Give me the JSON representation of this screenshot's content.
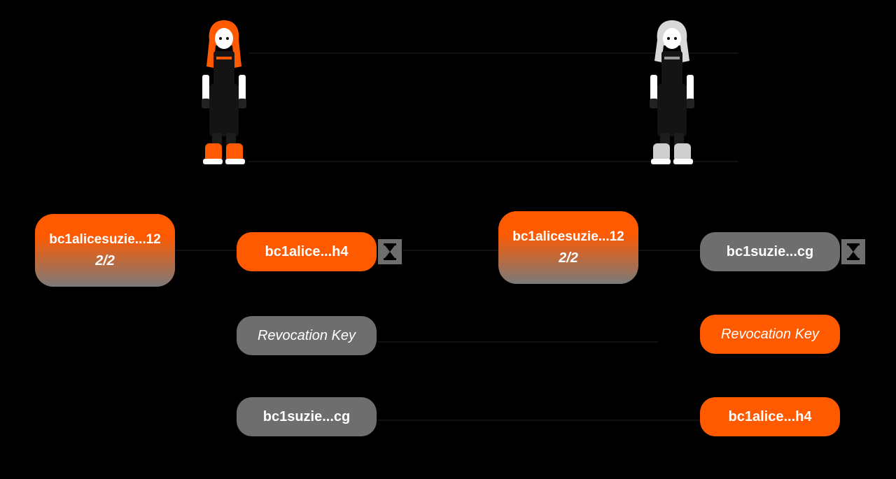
{
  "colors": {
    "orange": "#ff5a00",
    "gray": "#6e6e6e",
    "background": "#000000",
    "gradient_bottom": "#7a7a7a"
  },
  "left": {
    "character_icon": "alice-avatar-icon",
    "multisig": {
      "address": "bc1alicesuzie...12",
      "sig": "2/2"
    },
    "outputs": [
      {
        "label": "bc1alice...h4",
        "style": "orange",
        "timelock_icon": "hourglass-icon"
      },
      {
        "label": "Revocation Key",
        "style": "gray-italic"
      },
      {
        "label": "bc1suzie...cg",
        "style": "gray"
      }
    ]
  },
  "right": {
    "character_icon": "suzie-avatar-icon",
    "multisig": {
      "address": "bc1alicesuzie...12",
      "sig": "2/2"
    },
    "outputs": [
      {
        "label": "bc1suzie...cg",
        "style": "gray",
        "timelock_icon": "hourglass-icon"
      },
      {
        "label": "Revocation Key",
        "style": "orange-italic"
      },
      {
        "label": "bc1alice...h4",
        "style": "orange"
      }
    ]
  }
}
